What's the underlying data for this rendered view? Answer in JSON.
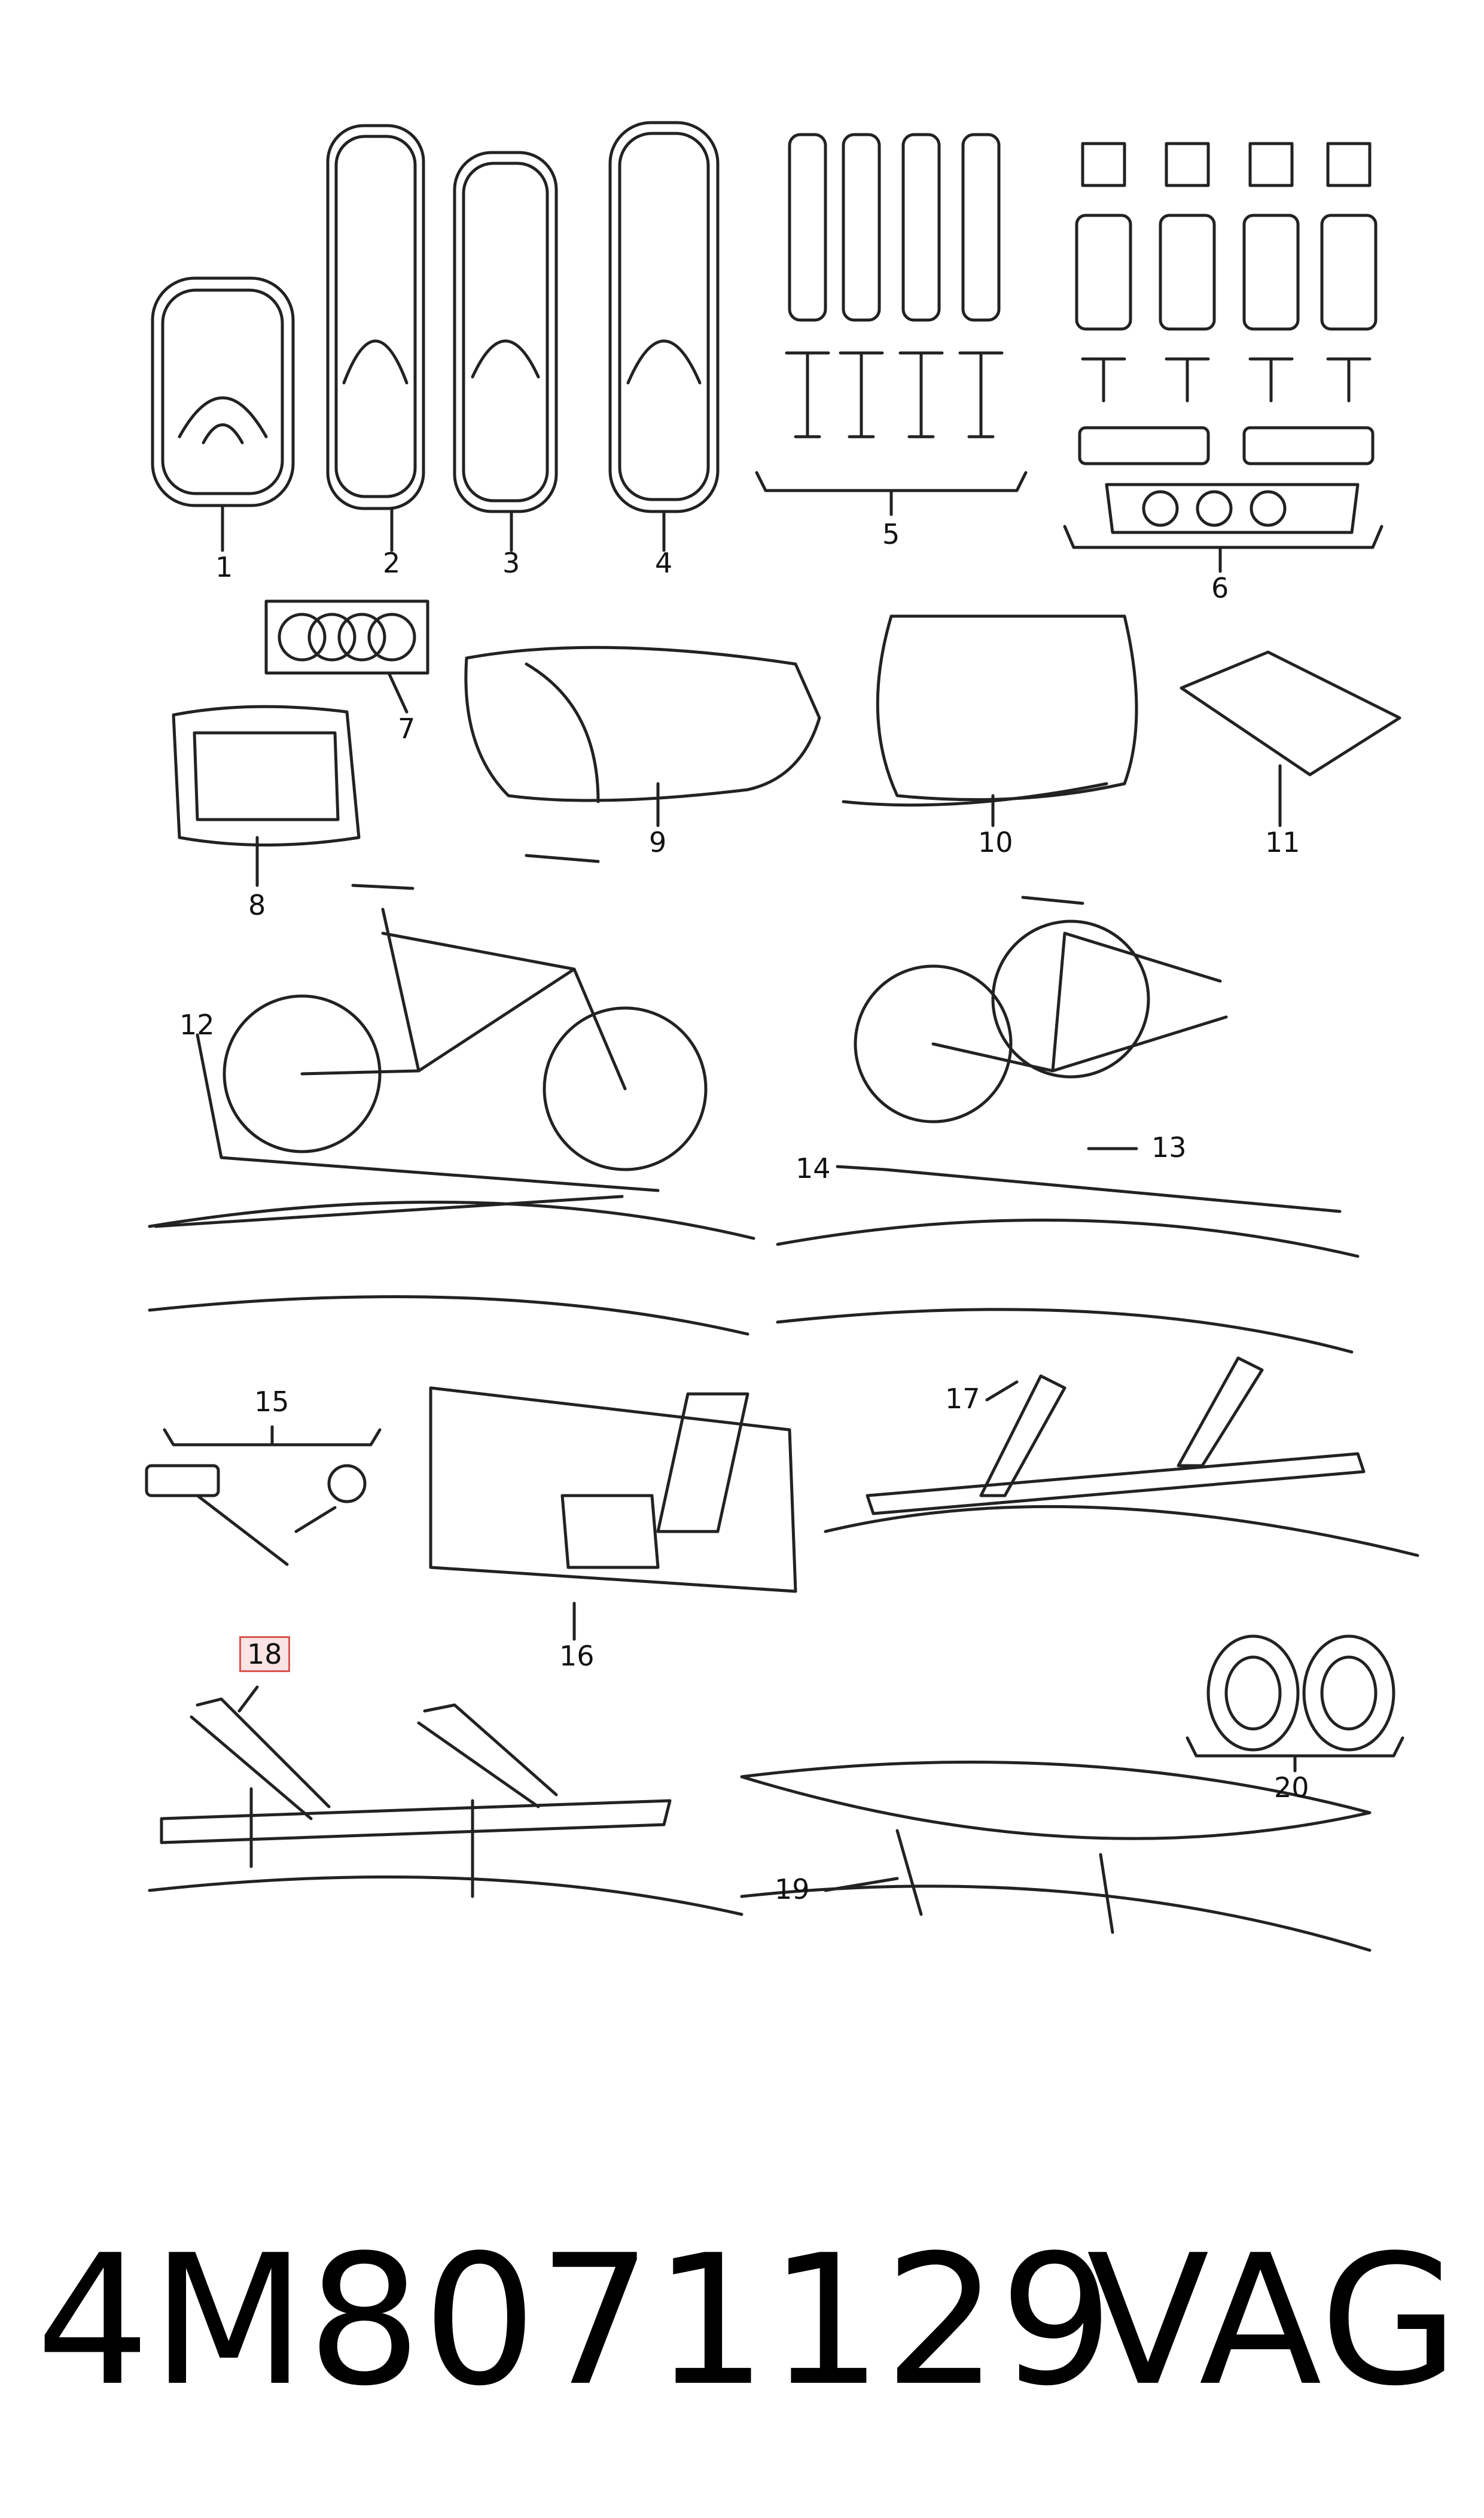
{
  "callouts": [
    {
      "id": "1",
      "label": "1"
    },
    {
      "id": "2",
      "label": "2"
    },
    {
      "id": "3",
      "label": "3"
    },
    {
      "id": "4",
      "label": "4"
    },
    {
      "id": "5",
      "label": "5"
    },
    {
      "id": "6",
      "label": "6"
    },
    {
      "id": "7",
      "label": "7"
    },
    {
      "id": "8",
      "label": "8"
    },
    {
      "id": "9",
      "label": "9"
    },
    {
      "id": "10",
      "label": "10"
    },
    {
      "id": "11",
      "label": "11"
    },
    {
      "id": "12",
      "label": "12"
    },
    {
      "id": "13",
      "label": "13"
    },
    {
      "id": "14",
      "label": "14"
    },
    {
      "id": "15",
      "label": "15"
    },
    {
      "id": "16",
      "label": "16"
    },
    {
      "id": "17",
      "label": "17"
    },
    {
      "id": "18",
      "label": "18",
      "highlighted": true
    },
    {
      "id": "19",
      "label": "19"
    },
    {
      "id": "20",
      "label": "20"
    }
  ],
  "footer": {
    "part_number": "4M8071129",
    "brand": "VAG"
  },
  "colors": {
    "line": "#222222",
    "highlight_border": "#d9534f",
    "highlight_fill": "#fbe3e3"
  }
}
